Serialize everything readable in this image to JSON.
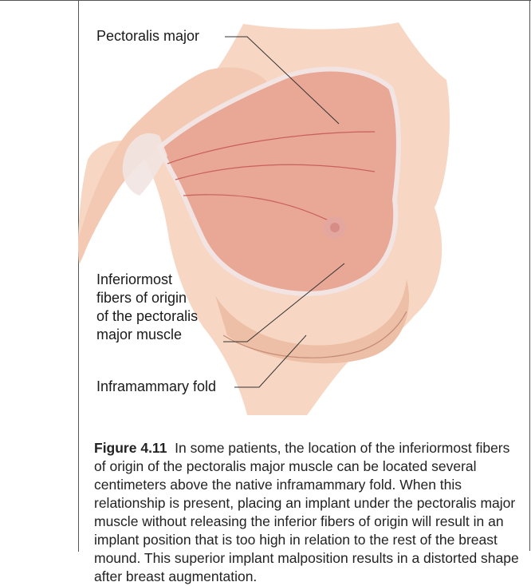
{
  "labels": {
    "pectoralis_major": "Pectoralis major",
    "inferior_fibers": [
      "Inferiormost",
      "fibers of origin",
      "of the pectoralis",
      "major muscle"
    ],
    "inframammary_fold": "Inframammary fold"
  },
  "caption": {
    "figure_number": "Figure 4.11",
    "text": "In some patients, the location of the inferiormost fibers of origin of the pectoralis major muscle can be located several centimeters above the native inframammary fold. When this relationship is present, placing an implant under the pectoralis major muscle without releasing the inferior fibers of origin will result in an implant position that is too high in relation to the rest of the breast mound. This superior implant malposition results in a distorted shape after breast augmentation."
  },
  "colors": {
    "skin": "#f7d7c3",
    "skin_shadow": "#ecbfa6",
    "muscle": "#e9a796",
    "muscle_line": "#c9605a",
    "fascia": "#f2e4e2",
    "leader": "#333333"
  }
}
